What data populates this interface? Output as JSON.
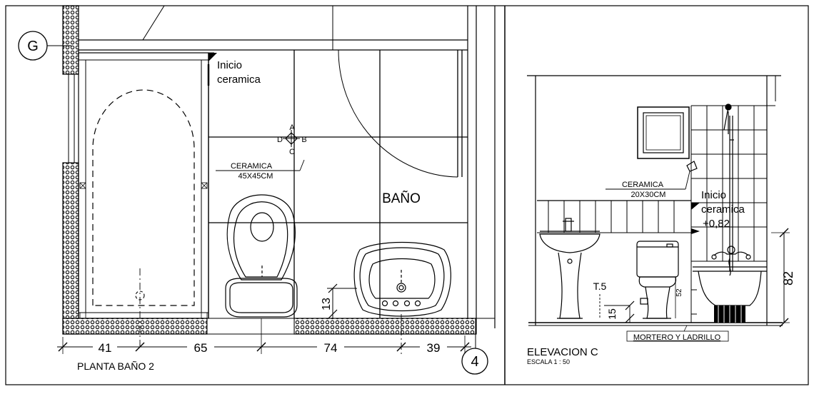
{
  "plan": {
    "grid_g": "G",
    "grid_4": "4",
    "inicio_line1": "Inicio",
    "inicio_line2": "ceramica",
    "ceramica_label": "CERAMICA",
    "ceramica_size": "45X45CM",
    "room_name": "BAÑO",
    "marker_a": "A",
    "marker_b": "B",
    "marker_c": "C",
    "marker_d": "D",
    "dim_41": "41",
    "dim_65": "65",
    "dim_74": "74",
    "dim_39": "39",
    "dim_13": "13",
    "title": "PLANTA BAÑO 2"
  },
  "elevation": {
    "ceramica_label": "CERAMICA",
    "ceramica_size": "20X30CM",
    "inicio_line1": "Inicio",
    "inicio_line2": "ceramica",
    "inicio_line3": "+0,82",
    "t5": "T.5",
    "dim_15": "15",
    "dim_52": "52",
    "dim_82": "82",
    "mortero": "MORTERO Y LADRILLO",
    "title": "ELEVACION  C",
    "scale": "ESCALA  1 : 50"
  }
}
